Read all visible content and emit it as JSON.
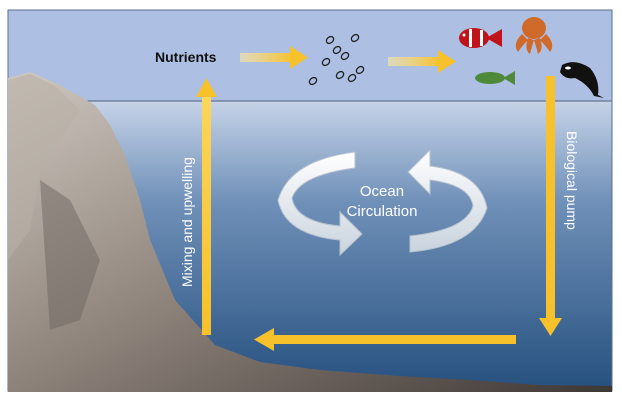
{
  "labels": {
    "nutrients": "Nutrients",
    "mixing": "Mixing and upwelling",
    "pump": "Biological pump",
    "circulation_line1": "Ocean",
    "circulation_line2": "Circulation"
  },
  "organisms": [
    "phytoplankton-icon",
    "clownfish-icon",
    "octopus-icon",
    "green-fish-icon",
    "orca-icon"
  ],
  "colors": {
    "surface": "#adc0e3",
    "deep_water": "#2a5686",
    "arrow": "#f7c531",
    "rock": "#8a7f77"
  }
}
